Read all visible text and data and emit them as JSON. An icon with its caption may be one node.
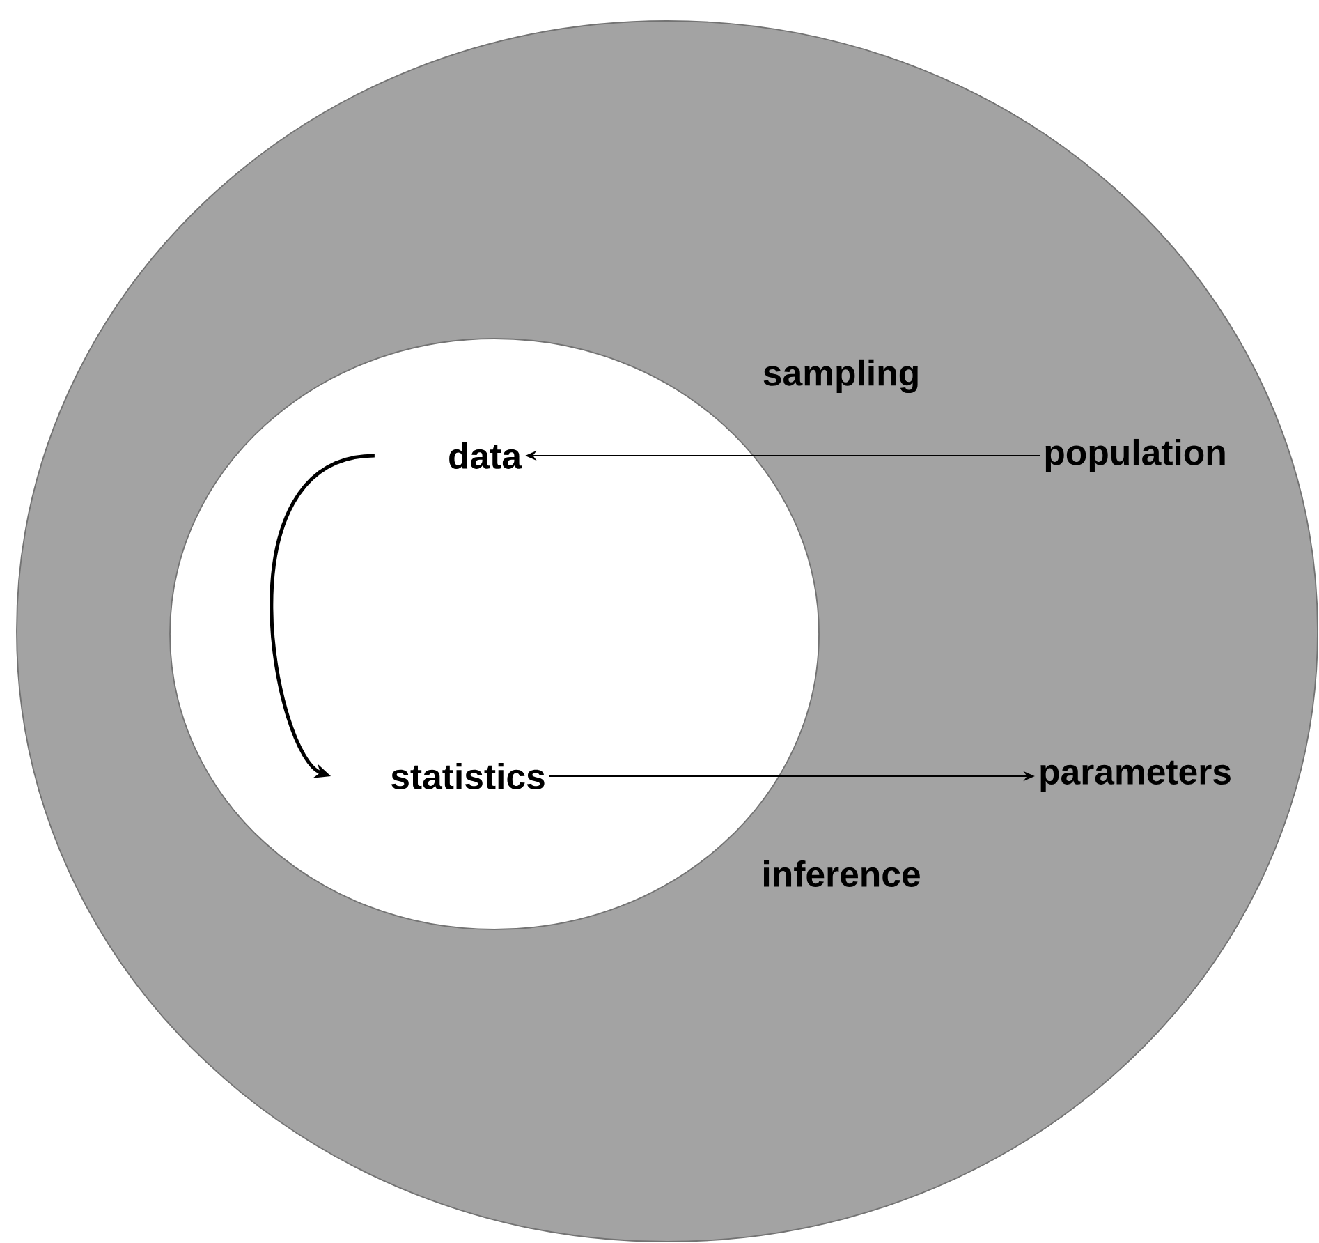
{
  "diagram": {
    "nodes": [
      {
        "text": [],
        "shape": "ellipse"
      },
      {
        "text": [],
        "shape": "ellipse",
        "in": 0
      },
      {
        "text": [
          "data"
        ],
        "in": 1
      },
      {
        "text": [
          "population"
        ],
        "in": 0
      },
      {
        "text": [
          "statistics"
        ],
        "in": 1
      },
      {
        "text": [
          "parameters"
        ],
        "in": 0
      }
    ],
    "edges": [
      {
        "from": 3,
        "to": 2,
        "arrow": "to",
        "label": "sampling"
      },
      {
        "from": 2,
        "to": 4,
        "arrow": "to",
        "style": "thick"
      },
      {
        "from": 4,
        "to": 5,
        "arrow": "to",
        "label": "inference"
      }
    ]
  }
}
